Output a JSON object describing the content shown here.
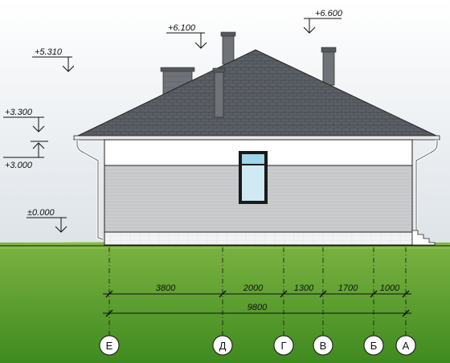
{
  "levels": [
    {
      "id": "ridge-right",
      "label": "+6.600"
    },
    {
      "id": "chimney",
      "label": "+6.100"
    },
    {
      "id": "ridge-left",
      "label": "+5.310"
    },
    {
      "id": "eave-top",
      "label": "+3.300"
    },
    {
      "id": "eave",
      "label": "+3.000"
    },
    {
      "id": "floor",
      "label": "±0.000"
    }
  ],
  "dimensions": {
    "segments": [
      "3800",
      "2000",
      "1300",
      "1700",
      "1000"
    ],
    "total": "9800"
  },
  "axes": [
    "Е",
    "Д",
    "Г",
    "В",
    "Б",
    "А"
  ],
  "colors": {
    "sky_top": "#ffffff",
    "sky_bottom": "#dde3e8",
    "ground_top": "#7cb342",
    "ground_bottom": "#3f8a1f",
    "roof": "#5b5f66",
    "wall_upper": "#ffffff",
    "wall_lower": "#c9cbcd",
    "plinth": "#f3f3f3",
    "chimney": "#6f7277",
    "window_glass": "#cfeaf3"
  }
}
